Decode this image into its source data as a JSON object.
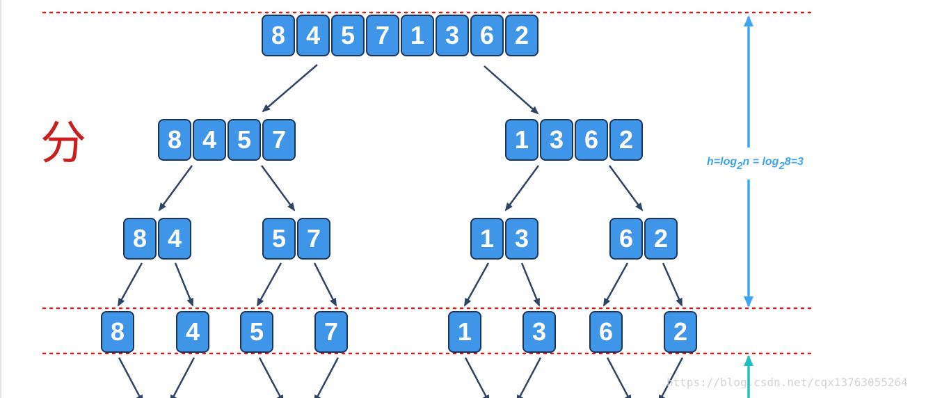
{
  "levels": [
    [
      "8",
      "4",
      "5",
      "7",
      "1",
      "3",
      "6",
      "2"
    ],
    [
      [
        "8",
        "4",
        "5",
        "7"
      ],
      [
        "1",
        "3",
        "6",
        "2"
      ]
    ],
    [
      [
        "8",
        "4"
      ],
      [
        "5",
        "7"
      ],
      [
        "1",
        "3"
      ],
      [
        "6",
        "2"
      ]
    ],
    [
      "8",
      "4",
      "5",
      "7",
      "1",
      "3",
      "6",
      "2"
    ]
  ],
  "stage_label": "分",
  "height_formula": {
    "h_prefix": "h=log",
    "sub1": "2",
    "mid": "n = log",
    "sub2": "2",
    "suffix": "8=3"
  },
  "watermark": "https://blog.csdn.net/cqx13763055264",
  "colors": {
    "cell_fill": "#3f96e8",
    "cell_border": "#1d3557",
    "cell_text": "#ffffff",
    "arrow": "#2f4463",
    "guide_line": "#c8201f",
    "height_arrow": "#3fa5f0",
    "next_arrow": "#1fbfc4",
    "stage_label": "#c8201f"
  }
}
